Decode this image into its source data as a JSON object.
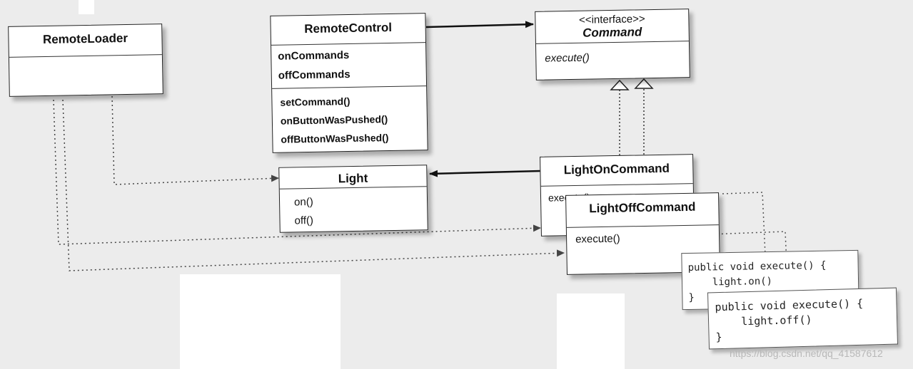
{
  "remote_loader": {
    "name": "RemoteLoader"
  },
  "remote_control": {
    "name": "RemoteControl",
    "attributes": [
      "onCommands",
      "offCommands"
    ],
    "methods": [
      "setCommand()",
      "onButtonWasPushed()",
      "offButtonWasPushed()"
    ]
  },
  "command_interface": {
    "stereotype": "<<interface>>",
    "name": "Command",
    "methods": [
      "execute()"
    ]
  },
  "light": {
    "name": "Light",
    "methods": [
      "on()",
      "off()"
    ]
  },
  "light_on_command": {
    "name": "LightOnCommand",
    "method_partial": "execute()"
  },
  "light_off_command": {
    "name": "LightOffCommand",
    "methods": [
      "execute()"
    ]
  },
  "code_on": [
    "public void execute() {",
    "    light.on()",
    "}"
  ],
  "code_off": [
    "public void execute() {",
    "    light.off()",
    "}"
  ],
  "watermark": "https://blog.csdn.net/qq_41587612"
}
